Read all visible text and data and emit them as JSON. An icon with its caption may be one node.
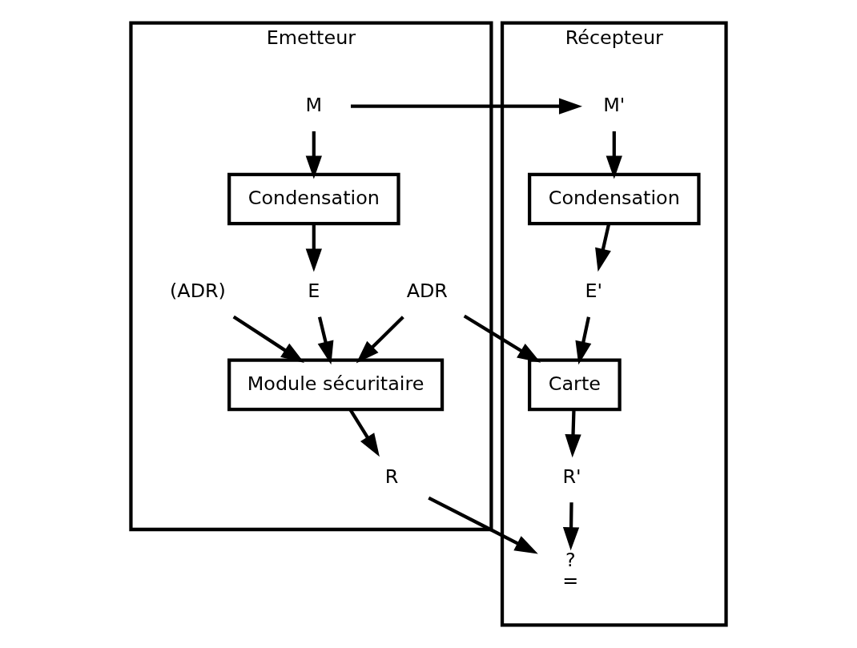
{
  "diagram": {
    "nodes": [
      {
        "text": [
          "Emetteur"
        ]
      },
      {
        "text": [
          "M"
        ],
        "in": 0
      },
      {
        "text": [
          "Condensation"
        ],
        "in": 0
      },
      {
        "text": [
          "(ADR)"
        ],
        "in": 0
      },
      {
        "text": [
          "E"
        ],
        "in": 0
      },
      {
        "text": [
          "ADR"
        ],
        "in": 0
      },
      {
        "text": [
          "Module sécuritaire"
        ],
        "in": 0
      },
      {
        "text": [
          "R"
        ],
        "in": 0
      },
      {
        "text": [
          "Récepteur"
        ]
      },
      {
        "text": [
          "M'"
        ],
        "in": 8
      },
      {
        "text": [
          "Condensation"
        ],
        "in": 8
      },
      {
        "text": [
          "E'"
        ],
        "in": 8
      },
      {
        "text": [
          "Carte"
        ],
        "in": 8
      },
      {
        "text": [
          "R'"
        ],
        "in": 8
      },
      {
        "text": [
          "="
        ],
        "in": 8,
        "beside": [
          "?"
        ]
      }
    ],
    "edges": [
      {
        "from": 1,
        "to": 9,
        "arrow": "to"
      },
      {
        "from": 1,
        "to": 2,
        "arrow": "to"
      },
      {
        "from": 2,
        "to": 4,
        "arrow": "to"
      },
      {
        "from": 3,
        "to": 6,
        "arrow": "to"
      },
      {
        "from": 4,
        "to": 6,
        "arrow": "to"
      },
      {
        "from": 5,
        "to": 6,
        "arrow": "to"
      },
      {
        "from": 5,
        "to": 12,
        "arrow": "to"
      },
      {
        "from": 9,
        "to": 10,
        "arrow": "to"
      },
      {
        "from": 10,
        "to": 11,
        "arrow": "to"
      },
      {
        "from": 11,
        "to": 12,
        "arrow": "to"
      },
      {
        "from": 6,
        "to": 7,
        "arrow": "to"
      },
      {
        "from": 12,
        "to": 13,
        "arrow": "to"
      },
      {
        "from": 7,
        "to": 14,
        "arrow": "to"
      },
      {
        "from": 13,
        "to": 14,
        "arrow": "to"
      }
    ]
  }
}
